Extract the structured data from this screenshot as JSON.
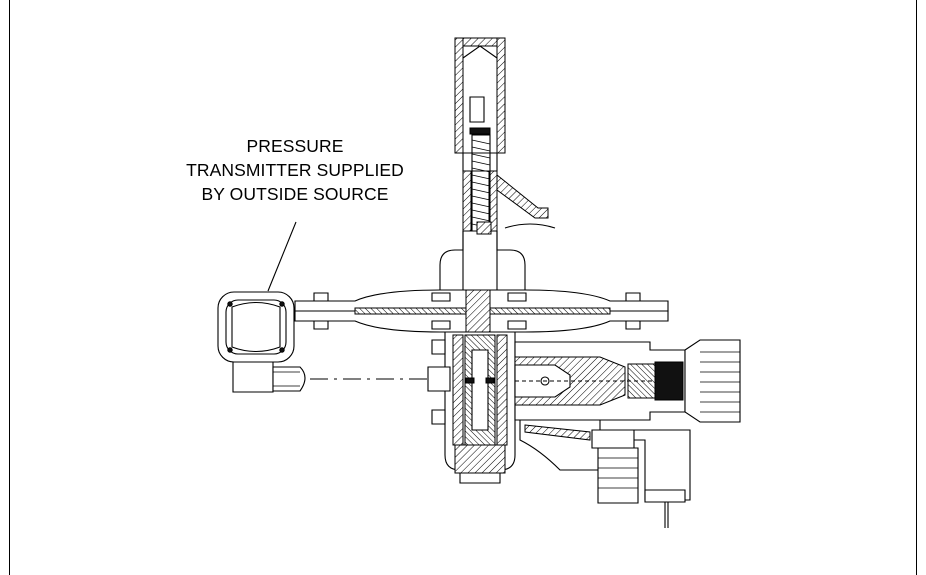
{
  "callout": {
    "lines": [
      "PRESSURE",
      "TRANSMITTER SUPPLIED",
      "BY OUTSIDE SOURCE"
    ]
  }
}
